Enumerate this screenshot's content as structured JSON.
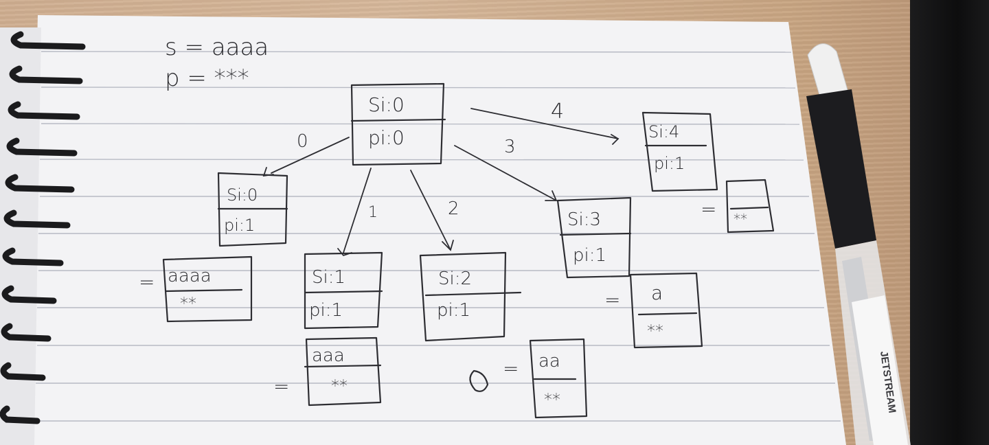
{
  "header": {
    "s_line": "s = aaaa",
    "p_line": "p = ***"
  },
  "nodes": {
    "root": {
      "si": "Si:0",
      "pi": "pi:0"
    },
    "n0": {
      "si": "Si:0",
      "pi": "pi:1"
    },
    "n1": {
      "si": "Si:1",
      "pi": "pi:1"
    },
    "n2": {
      "si": "Si:2",
      "pi": "pi:1"
    },
    "n3": {
      "si": "Si:3",
      "pi": "pi:1"
    },
    "n4": {
      "si": "Si:4",
      "pi": "pi:1"
    }
  },
  "edges": {
    "e0": "0",
    "e1": "1",
    "e2": "2",
    "e3": "3",
    "e4": "4"
  },
  "results": {
    "r0": {
      "top": "aaaa",
      "bottom": "**"
    },
    "r1": {
      "top": "aaa",
      "bottom": "**"
    },
    "r2": {
      "top": "aa",
      "bottom": "**"
    },
    "r3": {
      "top": "a",
      "bottom": "**"
    },
    "r4": {
      "top": "",
      "bottom": "**"
    }
  },
  "equals": "=",
  "pen": {
    "brand": "JETSTREAM"
  },
  "colors": {
    "paper": "#f4f4f6",
    "rule": "#b9bcc6",
    "ink": "#2d2d32",
    "desk": "#d2b193"
  }
}
